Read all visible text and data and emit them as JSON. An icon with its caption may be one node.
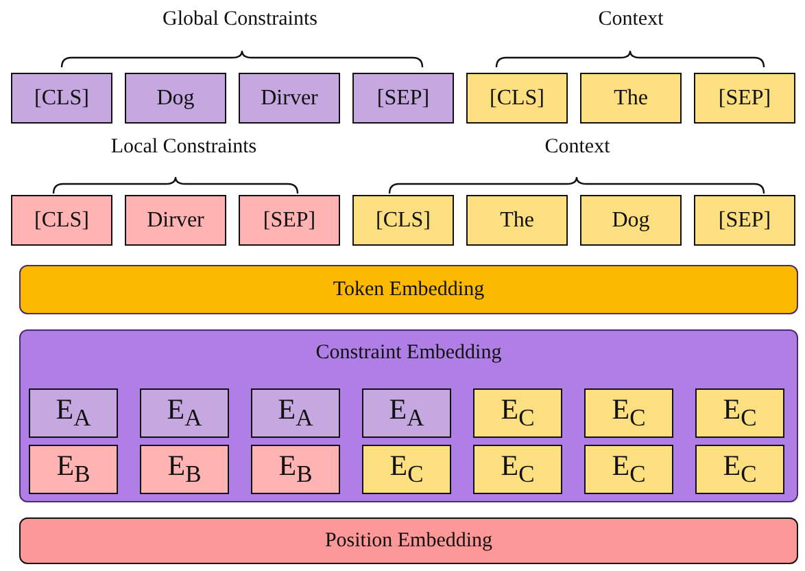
{
  "diagram": {
    "nodes": [
      {
        "text": [
          "[CLS]"
        ]
      },
      {
        "text": [
          "Dog"
        ]
      },
      {
        "text": [
          "Dirver"
        ]
      },
      {
        "text": [
          "[SEP]"
        ]
      },
      {
        "text": [
          "[CLS]"
        ]
      },
      {
        "text": [
          "The"
        ]
      },
      {
        "text": [
          "[SEP]"
        ]
      },
      {
        "text": [
          "[CLS]"
        ]
      },
      {
        "text": [
          "Dirver"
        ]
      },
      {
        "text": [
          "[SEP]"
        ]
      },
      {
        "text": [
          "[CLS]"
        ]
      },
      {
        "text": [
          "The"
        ]
      },
      {
        "text": [
          "Dog"
        ]
      },
      {
        "text": [
          "[SEP]"
        ]
      },
      {
        "text": [
          "Token Embedding"
        ]
      },
      {
        "text": [
          "Constraint Embedding"
        ]
      },
      {
        "text": [
          "E$_{A}$"
        ],
        "in": 15
      },
      {
        "text": [
          "E$_{A}$"
        ],
        "in": 15
      },
      {
        "text": [
          "E$_{A}$"
        ],
        "in": 15
      },
      {
        "text": [
          "E$_{A}$"
        ],
        "in": 15
      },
      {
        "text": [
          "E$_{C}$"
        ],
        "in": 15
      },
      {
        "text": [
          "E$_{C}$"
        ],
        "in": 15
      },
      {
        "text": [
          "E$_{C}$"
        ],
        "in": 15
      },
      {
        "text": [
          "E$_{B}$"
        ],
        "in": 15
      },
      {
        "text": [
          "E$_{B}$"
        ],
        "in": 15
      },
      {
        "text": [
          "E$_{B}$"
        ],
        "in": 15
      },
      {
        "text": [
          "E$_{C}$"
        ],
        "in": 15
      },
      {
        "text": [
          "E$_{C}$"
        ],
        "in": 15
      },
      {
        "text": [
          "E$_{C}$"
        ],
        "in": 15
      },
      {
        "text": [
          "E$_{C}$"
        ],
        "in": 15
      },
      {
        "text": [
          "Position Embedding"
        ]
      }
    ],
    "labels": [
      "Global Constraints",
      "Context",
      "Local Constraints",
      "Context"
    ]
  }
}
